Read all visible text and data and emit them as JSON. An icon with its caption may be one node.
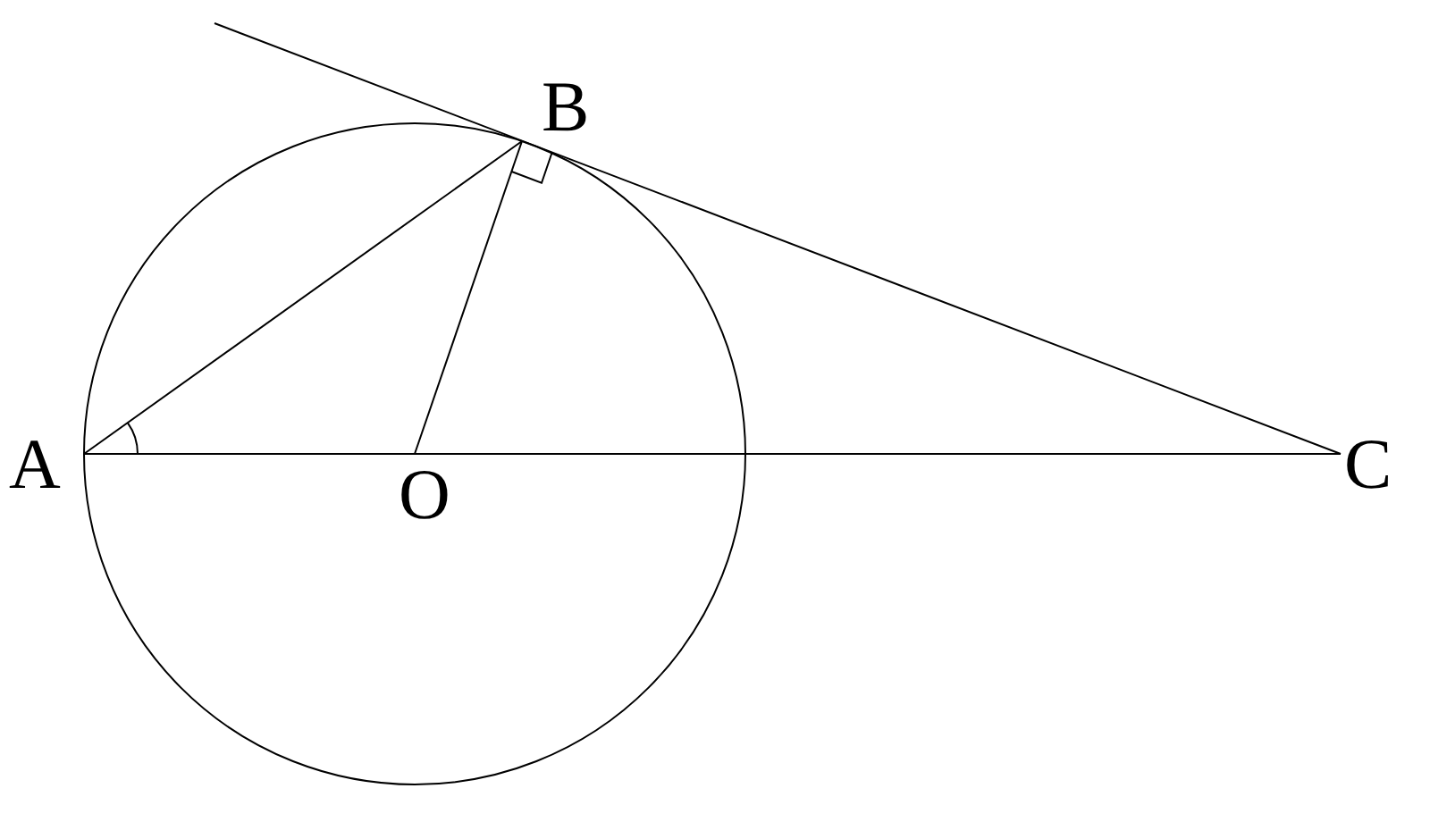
{
  "diagram": {
    "labels": [
      "A",
      "B",
      "O",
      "C"
    ]
  }
}
